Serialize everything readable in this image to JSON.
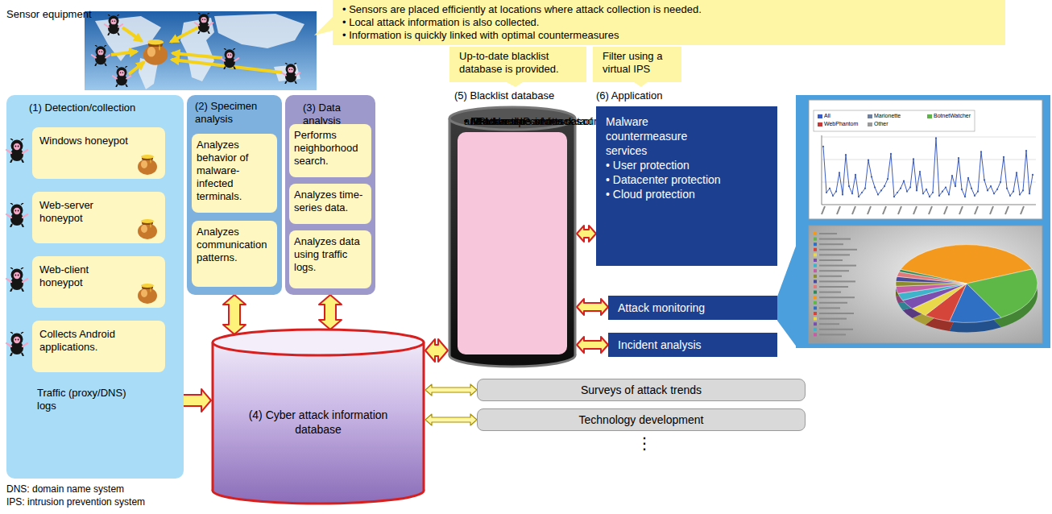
{
  "diagram": {
    "nodes": [
      {
        "text": [
          "• Sensors are placed efficiently at locations where attack collection is needed.",
          "• Local attack information is also collected.",
          "• Information is quickly linked with optimal countermeasures"
        ]
      },
      {
        "text": [
          "(1) Detection/collection"
        ]
      },
      {
        "text": [
          "Windows honeypot"
        ],
        "in": 1
      },
      {
        "text": [
          "Web-server honeypot"
        ],
        "in": 1
      },
      {
        "text": [
          "Web-client honeypot"
        ],
        "in": 1
      },
      {
        "text": [
          "Collects Android applications."
        ],
        "in": 1
      },
      {
        "text": [
          "Traffic (proxy/DNS) logs"
        ],
        "in": 1
      },
      {
        "text": [
          "(2) Specimen analysis"
        ]
      },
      {
        "text": [
          "Analyzes behavior of malware-infected terminals."
        ],
        "in": 7
      },
      {
        "text": [
          "Analyzes communication patterns."
        ],
        "in": 7
      },
      {
        "text": [
          "(3) Data analysis"
        ]
      },
      {
        "text": [
          "Performs neighborhood search."
        ],
        "in": 10
      },
      {
        "text": [
          "Analyzes time-series data."
        ],
        "in": 10
      },
      {
        "text": [
          "Analyzes data using traffic logs."
        ],
        "in": 10
      },
      {
        "text": [
          "Up-to-date blacklist database is provided."
        ]
      },
      {
        "text": [
          "Filter using a virtual IPS"
        ]
      },
      {
        "text": [
          "(5) Blacklist database"
        ]
      },
      {
        "text": [
          "• URLs and IP addresses of malicious websites",
          "• IP addresses of attack sources",
          "• Attack code",
          "• Malware specimens",
          "and other time-series data"
        ],
        "in": 16
      },
      {
        "text": [
          "Malware countermeasure services",
          "• User protection",
          "• Datacenter protection",
          "• Cloud protection"
        ]
      },
      {
        "text": [
          "Attack monitoring"
        ]
      },
      {
        "text": [
          "Incident analysis"
        ]
      },
      {
        "text": [
          "(4) Cyber attack information database"
        ]
      },
      {
        "text": [
          "Surveys of attack trends"
        ]
      },
      {
        "text": [
          "Technology development"
        ]
      }
    ],
    "edges": [
      {
        "from": 6,
        "to": 21,
        "arrow": "both"
      },
      {
        "from": 7,
        "to": 21,
        "arrow": "both"
      },
      {
        "from": 10,
        "to": 21,
        "arrow": "both"
      },
      {
        "from": 21,
        "to": 16,
        "arrow": "both"
      },
      {
        "from": 16,
        "to": 18,
        "arrow": "both"
      },
      {
        "from": 16,
        "to": 19,
        "arrow": "both"
      },
      {
        "from": 16,
        "to": 20,
        "arrow": "both"
      },
      {
        "from": 21,
        "to": 22,
        "arrow": "both"
      },
      {
        "from": 21,
        "to": 23,
        "arrow": "both"
      }
    ],
    "labels": [
      "Sensor equipment",
      "(6) Application",
      "⋮",
      "DNS: domain name system",
      "IPS: intrusion prevention system",
      "All",
      "Marionette",
      "BotnetWatcher",
      "WebPhantom",
      "Other"
    ]
  }
}
